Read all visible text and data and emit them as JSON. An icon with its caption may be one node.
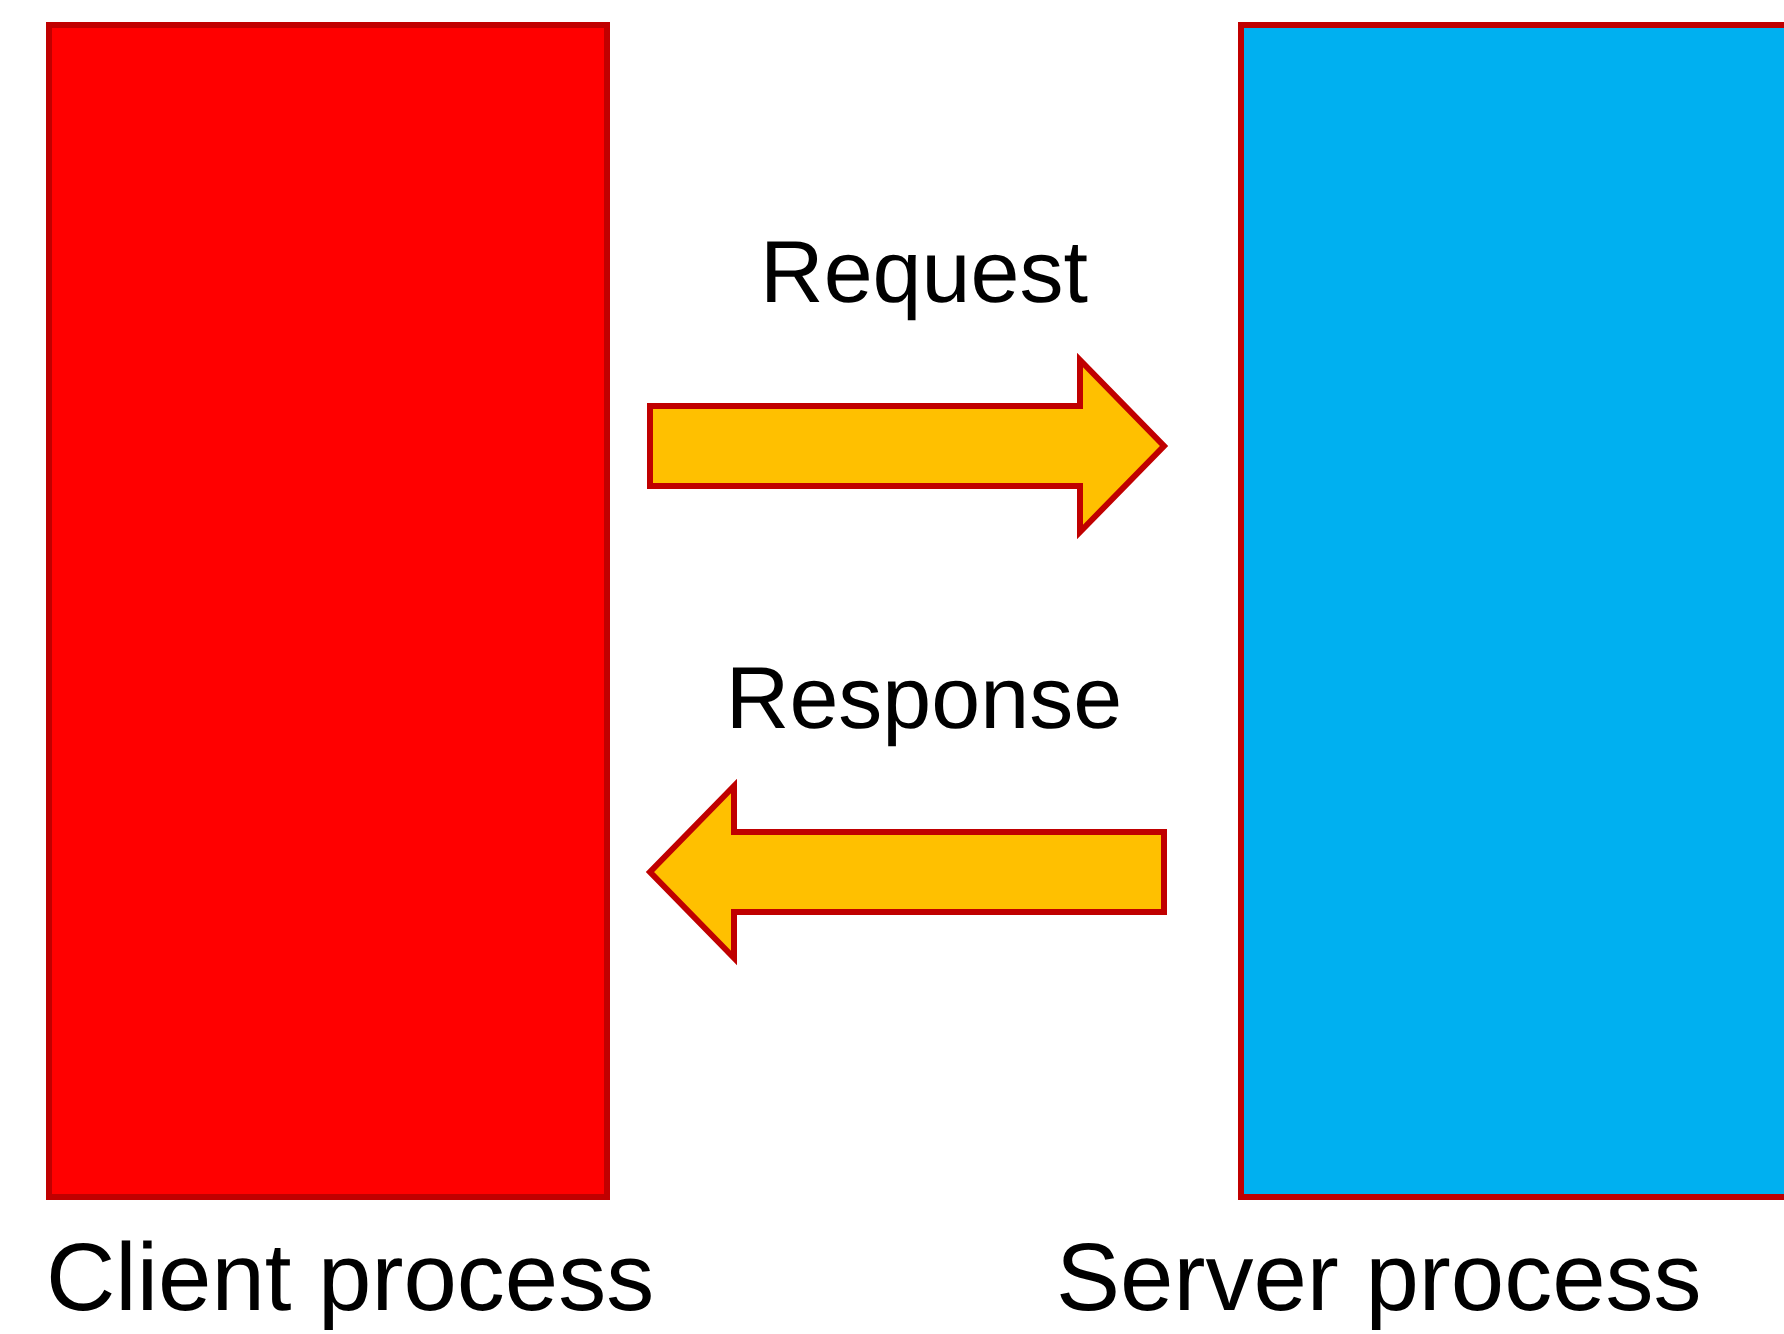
{
  "diagram": {
    "nodes": [
      {
        "text": [
          "Client process"
        ]
      },
      {
        "text": [
          "Server process"
        ]
      }
    ],
    "edges": [
      {
        "from": 0,
        "to": 1,
        "arrow": "to",
        "label": "Request",
        "style": "thick"
      },
      {
        "from": 1,
        "to": 0,
        "arrow": "to",
        "label": "Response",
        "style": "thick"
      }
    ]
  }
}
